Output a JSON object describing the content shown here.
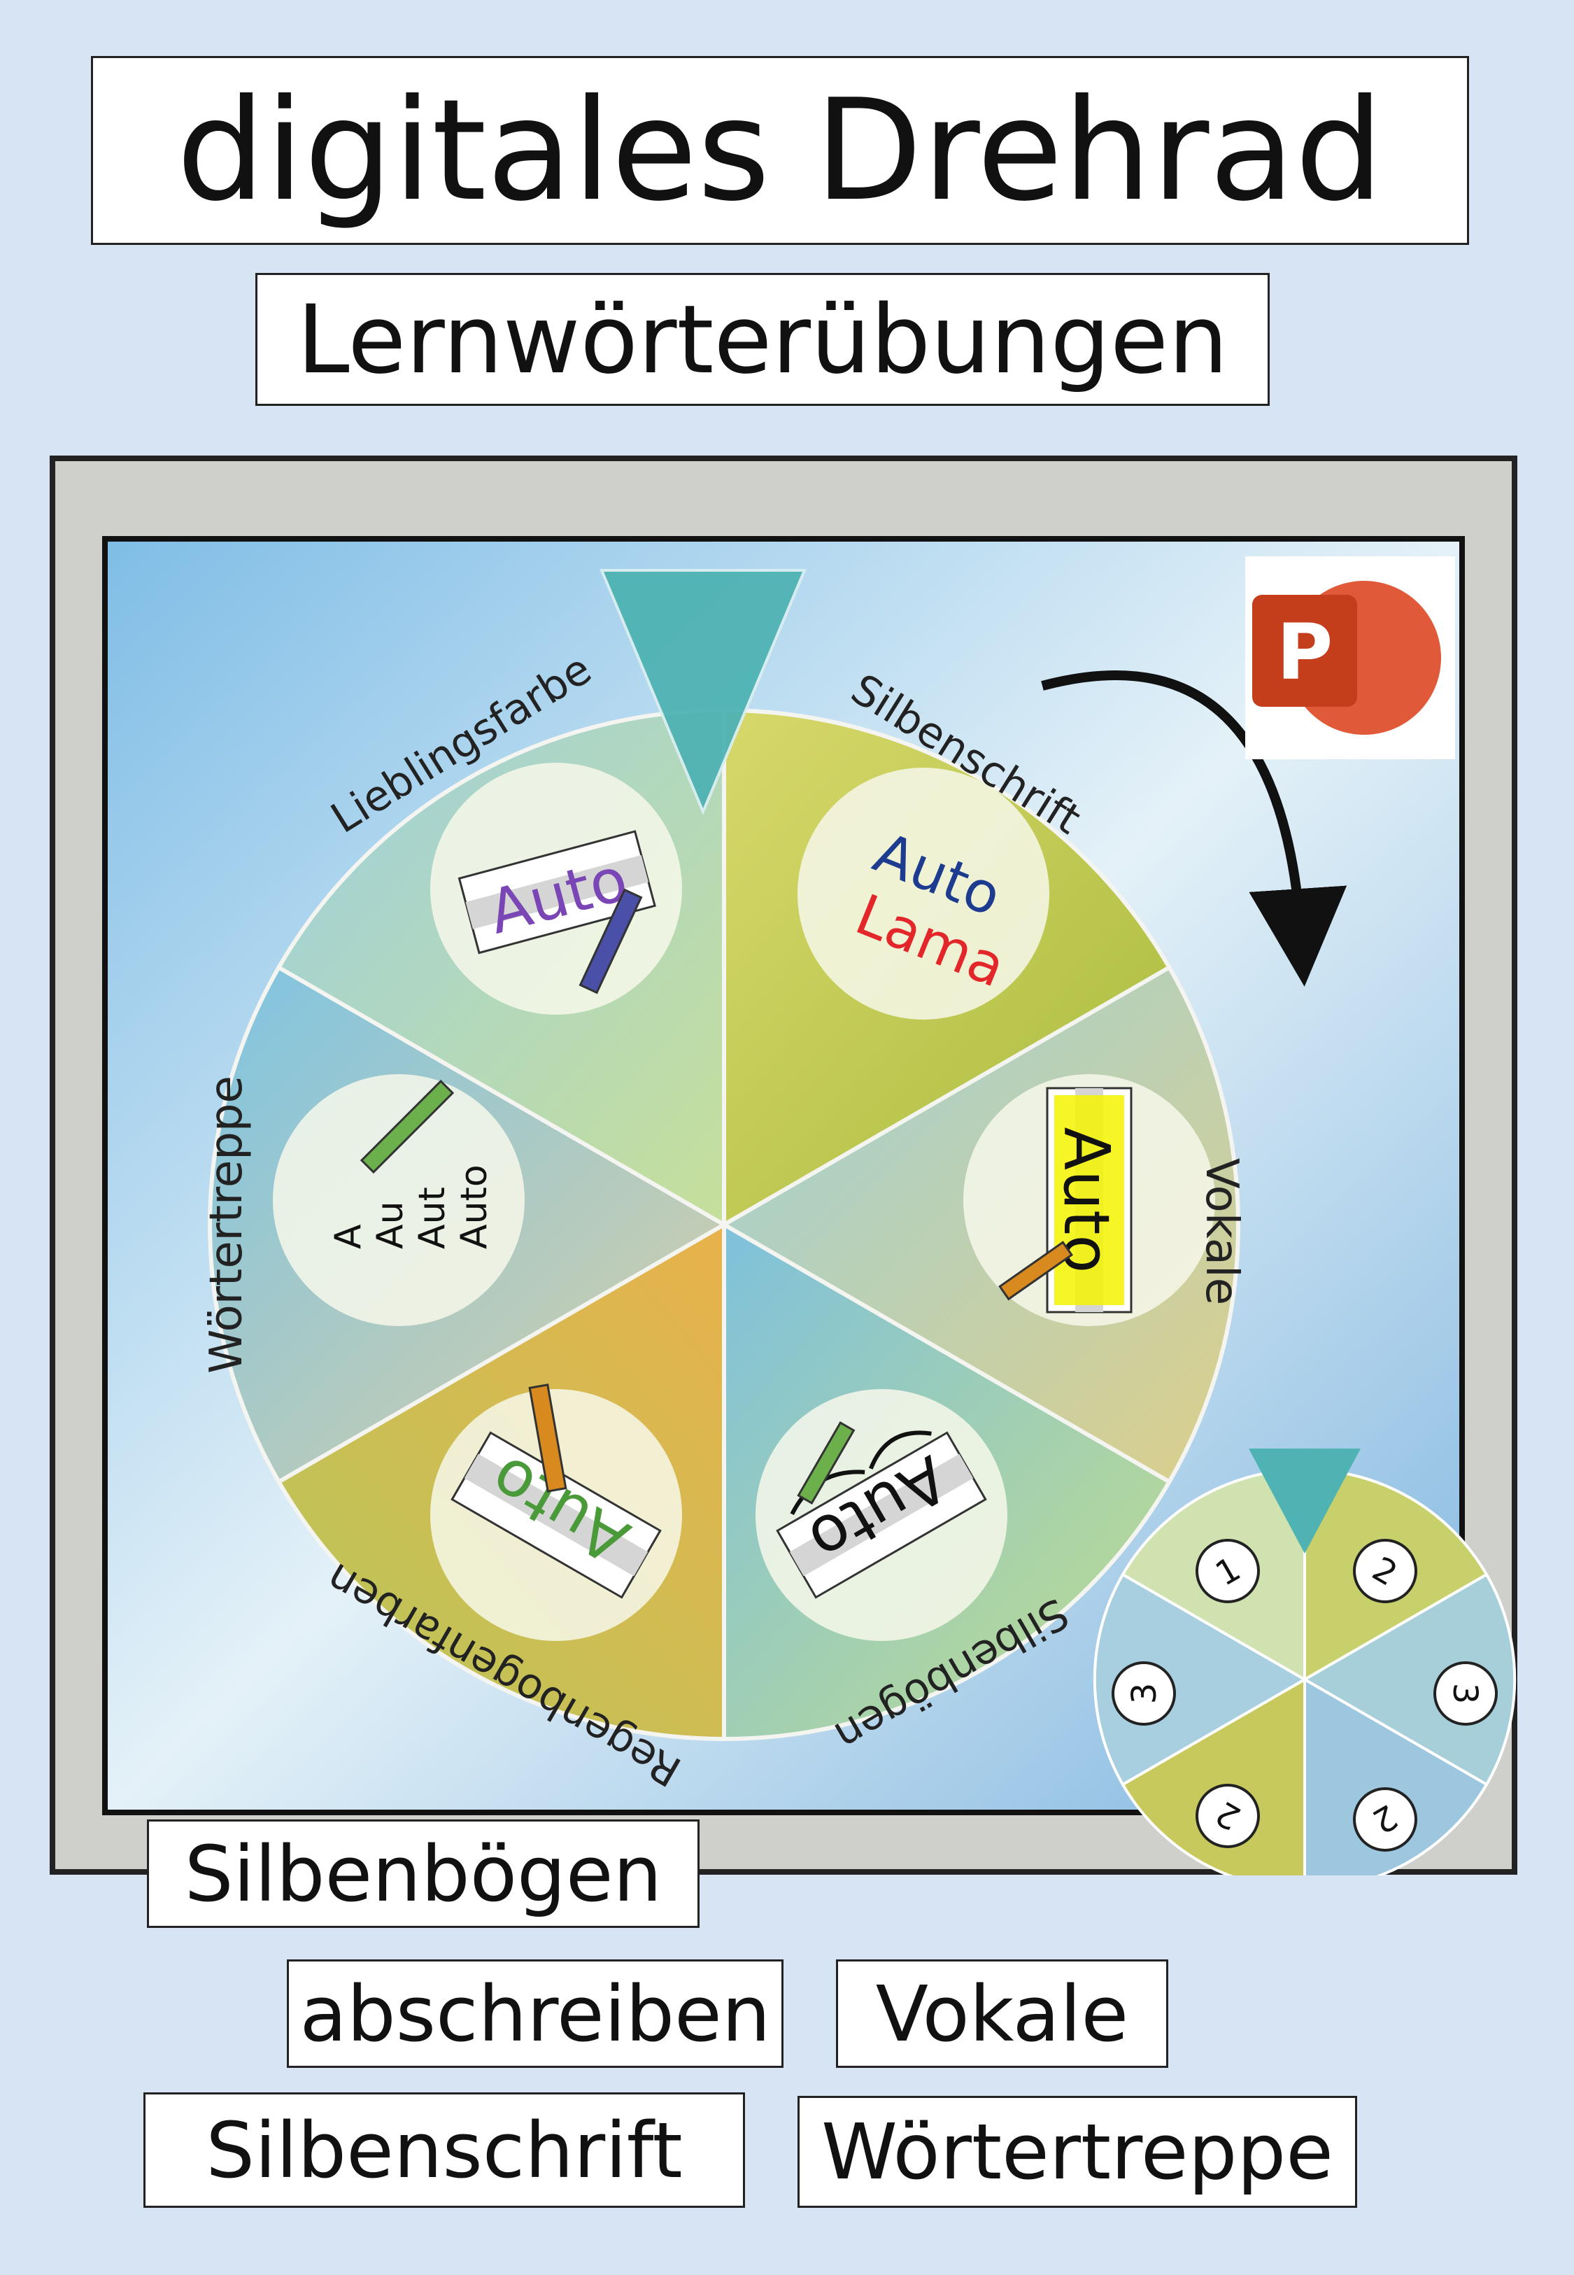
{
  "title": "digitales Drehrad",
  "subtitle": "Lernwörterübungen",
  "app_icon": {
    "name": "powerpoint-icon",
    "letter": "P",
    "color": "#c43e1c"
  },
  "wheel": {
    "segments": [
      {
        "label": "Silbenschrift",
        "example_lines": [
          "Auto",
          "Lama"
        ]
      },
      {
        "label": "Vokale",
        "example": "Auto"
      },
      {
        "label": "Silbenbögen",
        "example": "Auto"
      },
      {
        "label": "Regenbogenfarben",
        "example": "Auto"
      },
      {
        "label": "Wörtertreppe",
        "example_lines": [
          "A",
          "Au",
          "Aut",
          "Auto"
        ]
      },
      {
        "label": "Lieblingsfarbe",
        "example": "Auto"
      }
    ]
  },
  "mini_wheel": {
    "numbers": [
      "2",
      "3",
      "2",
      "2",
      "3",
      "1"
    ]
  },
  "tags": [
    "Silbenbögen",
    "abschreiben",
    "Vokale",
    "Silbenschrift",
    "Wörtertreppe"
  ],
  "colors": {
    "background": "#d7e4f4",
    "pointer": "#4fb3b3",
    "frame": "#cfd0cc",
    "syllable_red": "#e3262a",
    "syllable_blue": "#1d3c8f",
    "vowel_highlight": "#f5f500"
  }
}
